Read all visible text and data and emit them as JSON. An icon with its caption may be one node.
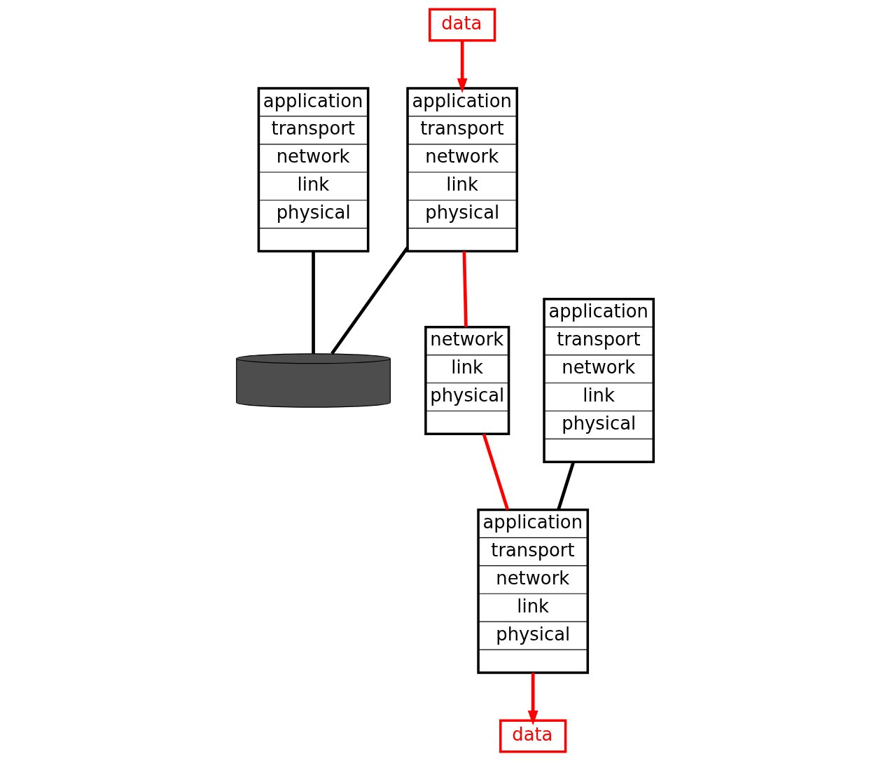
{
  "diagram": {
    "nodes": [
      {
        "text": [
          "data"
        ]
      },
      {
        "text": [
          "application",
          "transport",
          "network",
          "link",
          "physical"
        ]
      },
      {
        "text": [
          "application",
          "transport",
          "network",
          "link",
          "physical"
        ]
      },
      {
        "text": [],
        "shape": "cylinder"
      },
      {
        "text": [
          "network",
          "link",
          "physical"
        ]
      },
      {
        "text": [
          "application",
          "transport",
          "network",
          "link",
          "physical"
        ]
      },
      {
        "text": [
          "data"
        ]
      },
      {
        "text": [
          "application",
          "transport",
          "network",
          "link",
          "physical"
        ]
      }
    ],
    "edges": [
      {
        "from": 0,
        "to": 1,
        "arrow": "to"
      },
      {
        "from": 1,
        "to": 3,
        "arrow": "none",
        "color": "#000000"
      },
      {
        "from": 2,
        "to": 3,
        "arrow": "none",
        "color": "#000000"
      },
      {
        "from": 1,
        "to": 4,
        "arrow": "none"
      },
      {
        "from": 4,
        "to": 7,
        "arrow": "none"
      },
      {
        "from": 5,
        "to": 7,
        "arrow": "none",
        "color": "#000000"
      },
      {
        "from": 7,
        "to": 6,
        "arrow": "to"
      }
    ]
  }
}
